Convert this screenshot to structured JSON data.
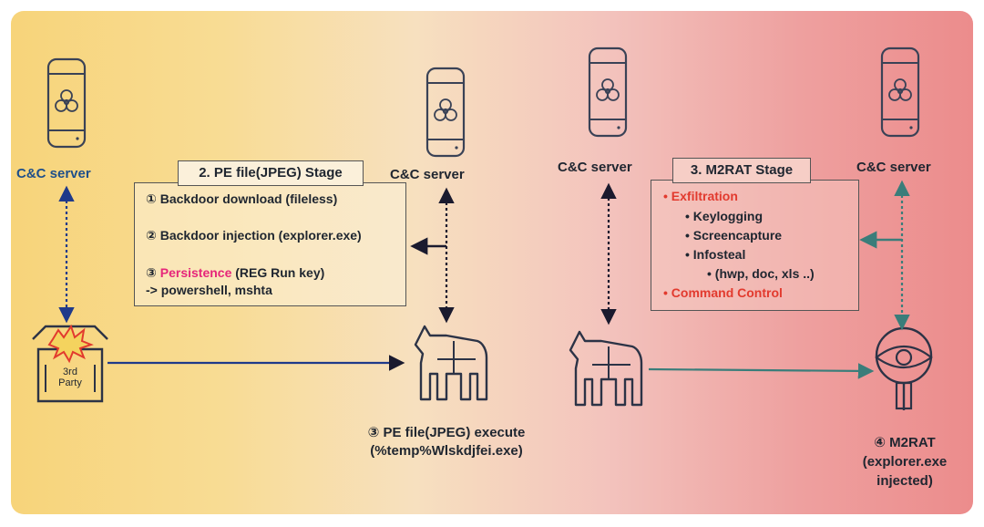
{
  "servers": {
    "label": "C&C server"
  },
  "stage2": {
    "title": "2. PE file(JPEG) Stage",
    "marker1": "①",
    "item1": "Backdoor download (fileless)",
    "marker2": "②",
    "item2": "Backdoor injection (explorer.exe)",
    "marker3": "③",
    "item3_highlight": "Persistence",
    "item3_rest": " (REG Run key)",
    "item3_sub": "-> powershell, mshta"
  },
  "stage3": {
    "title": "3. M2RAT Stage",
    "exfiltration": "Exfiltration",
    "keylogging": "Keylogging",
    "screencapture": "Screencapture",
    "infosteal": "Infosteal",
    "filetypes": "(hwp, doc, xls ..)",
    "command_control": "Command Control"
  },
  "third_party": {
    "line1": "3rd",
    "line2": "Party"
  },
  "pe_execute": {
    "line1": "③ PE file(JPEG) execute",
    "line2": "(%temp%Wlskdjfei.exe)"
  },
  "m2rat": {
    "line1": "④ M2RAT",
    "line2": "(explorer.exe",
    "line3": "injected)"
  },
  "colors": {
    "server_outline": "#3a4256",
    "arrow_dark": "#1a1a2e",
    "arrow_blue": "#1f3a8a",
    "arrow_teal": "#3a7d7a",
    "accent_red": "#e23a2e",
    "accent_magenta": "#e6267a"
  }
}
